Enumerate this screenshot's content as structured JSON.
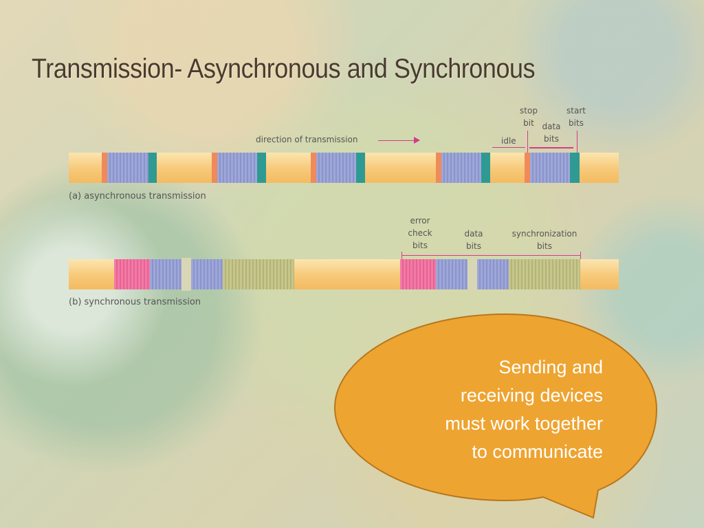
{
  "slide": {
    "title": "Transmission- Asynchronous and Synchronous"
  },
  "diagram": {
    "async": {
      "labels": {
        "direction": "direction of transmission",
        "stop_bit_line1": "stop",
        "stop_bit_line2": "bit",
        "data_bits_line1": "data",
        "data_bits_line2": "bits",
        "start_bits_line1": "start",
        "start_bits_line2": "bits",
        "idle": "idle",
        "caption": "(a)  asynchronous transmission"
      }
    },
    "sync": {
      "labels": {
        "error_line1": "error",
        "error_line2": "check",
        "error_line3": "bits",
        "data_bits_line1": "data",
        "data_bits_line2": "bits",
        "sync_line1": "synchronization",
        "sync_line2": "bits",
        "caption": "(b)  synchronous transmission"
      }
    },
    "colors": {
      "frame": "#f7c978",
      "data_bits": "#9ea7d8",
      "start_stop": "#2e9a93",
      "orange_bit": "#ef8a5a",
      "error_check": "#f27aa8",
      "synchronization": "#c7c68c",
      "marker": "#d23b8a"
    }
  },
  "callout": {
    "line1": "Sending and",
    "line2": "receiving devices",
    "line3": "must work together",
    "line4": "to communicate",
    "fill": "#eea431"
  }
}
